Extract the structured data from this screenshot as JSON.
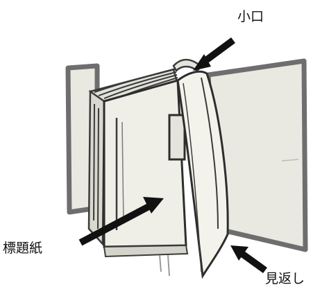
{
  "labels": {
    "koguchi": "小口",
    "hyodaishi": "標題紙",
    "mikaeshi": "見返し"
  },
  "colors": {
    "ink": "#3a3a3a",
    "cover": "#6e6e6e",
    "cover_fill": "#e9e9e2",
    "page_fill": "#efefe8",
    "arrow": "#111111"
  }
}
